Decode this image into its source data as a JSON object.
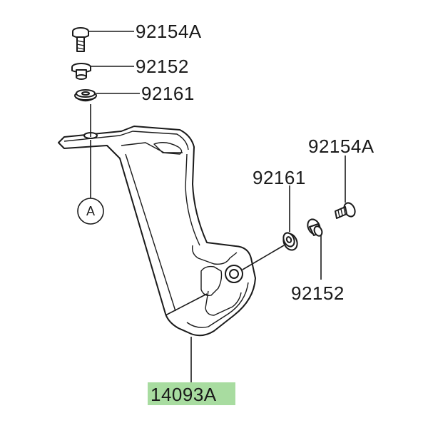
{
  "labels": {
    "top_bolt": "92154A",
    "top_collar": "92152",
    "top_grommet": "92161",
    "right_bolt": "92154A",
    "right_grommet": "92161",
    "right_collar": "92152",
    "main_part": "14093A",
    "reference_circle": "A"
  },
  "colors": {
    "highlight": "#a8dca0",
    "line": "#1a1a1a"
  }
}
